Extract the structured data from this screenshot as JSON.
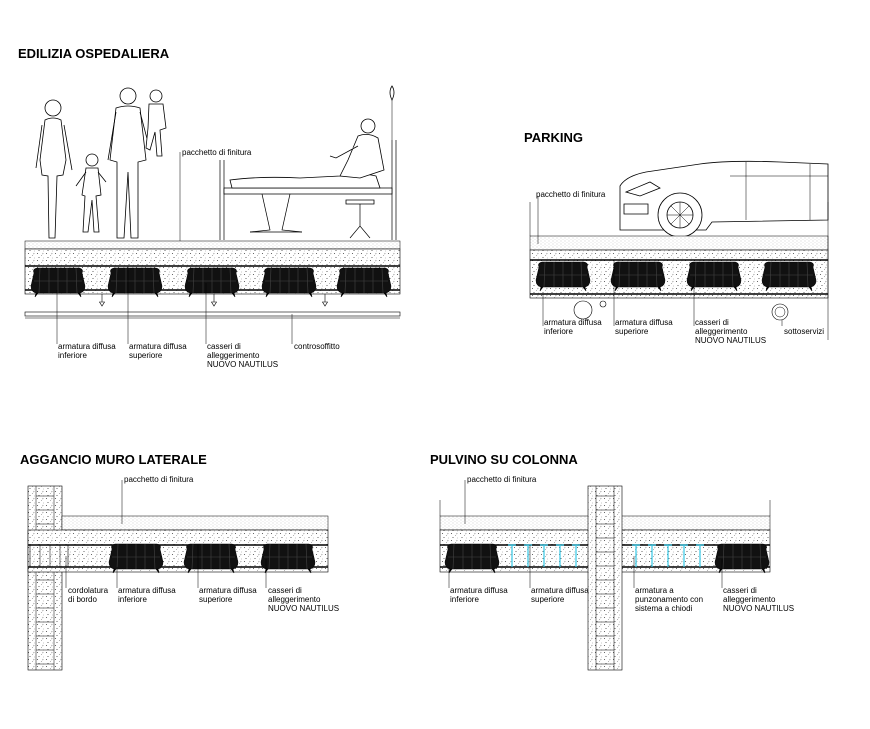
{
  "sections": {
    "hospital": {
      "title": "EDILIZIA OSPEDALIERA",
      "labels": {
        "finish": "pacchetto di finitura",
        "lower_1": "armatura diffusa",
        "lower_2": "inferiore",
        "upper_1": "armatura diffusa",
        "upper_2": "superiore",
        "form_1": "casseri di",
        "form_2": "alleggerimento",
        "form_3": "NUOVO NAUTILUS",
        "ceiling": "controsoffitto"
      }
    },
    "parking": {
      "title": "PARKING",
      "labels": {
        "finish": "pacchetto di finitura",
        "lower_1": "armatura diffusa",
        "lower_2": "inferiore",
        "upper_1": "armatura diffusa",
        "upper_2": "superiore",
        "form_1": "casseri di",
        "form_2": "alleggerimento",
        "form_3": "NUOVO NAUTILUS",
        "services": "sottoservizi"
      }
    },
    "wall": {
      "title": "AGGANCIO MURO LATERALE",
      "labels": {
        "finish": "pacchetto di finitura",
        "curb_1": "cordolatura",
        "curb_2": "di bordo",
        "lower_1": "armatura diffusa",
        "lower_2": "inferiore",
        "upper_1": "armatura diffusa",
        "upper_2": "superiore",
        "form_1": "casseri di",
        "form_2": "alleggerimento",
        "form_3": "NUOVO NAUTILUS"
      }
    },
    "column": {
      "title": "PULVINO SU COLONNA",
      "labels": {
        "finish": "pacchetto di finitura",
        "lower_1": "armatura diffusa",
        "lower_2": "inferiore",
        "upper_1": "armatura diffusa",
        "upper_2": "superiore",
        "punch_1": "armatura a",
        "punch_2": "punzonamento con",
        "punch_3": "sistema a chiodi",
        "form_1": "casseri di",
        "form_2": "alleggerimento",
        "form_3": "NUOVO NAUTILUS"
      }
    }
  },
  "colors": {
    "line": "#000000",
    "hollow_form": "#111111",
    "punching_shear": "#35c8e6"
  }
}
